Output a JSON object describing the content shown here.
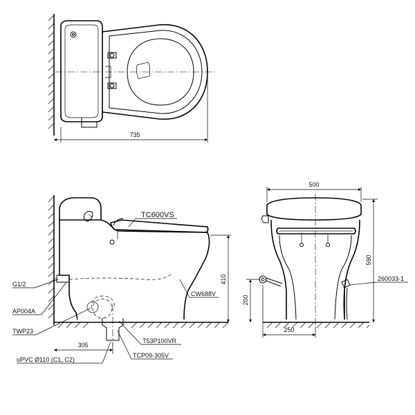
{
  "top_view": {
    "width_dim": "735"
  },
  "side_view": {
    "seat_label": "TC600VS",
    "body_label": "CW688V",
    "height_dim": "410",
    "rough_in_dim": "305",
    "callouts": {
      "supply": "G1/2",
      "valve": "AP004A",
      "gasket": "TWP23",
      "pipe": "uPVC Ø110 (C1, C2)",
      "flange": "T53P100VR",
      "adapter": "TCP09-305V"
    }
  },
  "front_view": {
    "width_dim": "500",
    "height_dim": "590",
    "supply_height_dim": "200",
    "supply_offset_dim": "250",
    "hose_label": "260033-1"
  }
}
